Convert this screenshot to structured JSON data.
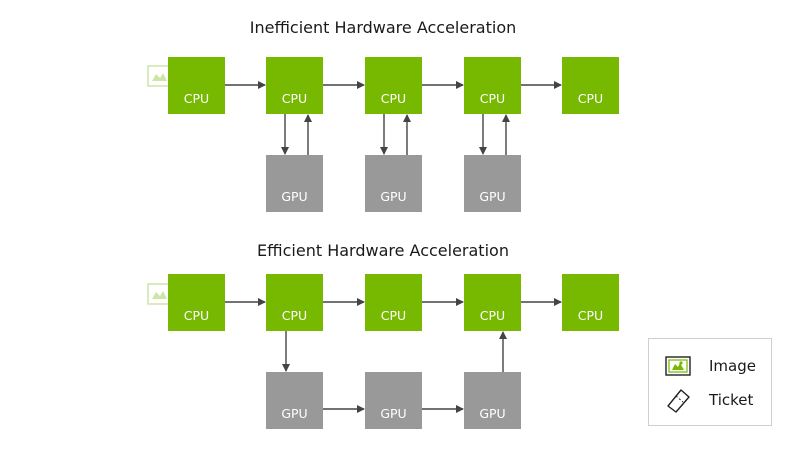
{
  "top": {
    "title": "Inefficient Hardware Acceleration",
    "cpus": [
      "CPU",
      "CPU",
      "CPU",
      "CPU",
      "CPU"
    ],
    "gpus": [
      "GPU",
      "GPU",
      "GPU"
    ]
  },
  "bottom": {
    "title": "Efficient Hardware Acceleration",
    "cpus": [
      "CPU",
      "CPU",
      "CPU",
      "CPU",
      "CPU"
    ],
    "gpus": [
      "GPU",
      "GPU",
      "GPU"
    ]
  },
  "legend": {
    "items": [
      {
        "label": "Image",
        "icon": "image-icon"
      },
      {
        "label": "Ticket",
        "icon": "ticket-icon"
      }
    ]
  },
  "colors": {
    "cpu": "#76b900",
    "gpu": "#999999",
    "arrow": "#444444"
  }
}
